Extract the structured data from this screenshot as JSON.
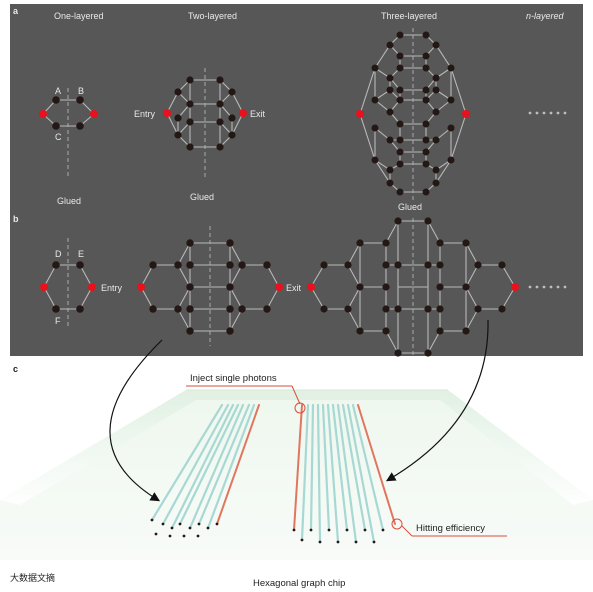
{
  "panel_a": {
    "letter": "a",
    "titles": [
      "One-layered",
      "Two-layered",
      "Three-layered",
      "n-layered"
    ],
    "node_labels": [
      "A",
      "B",
      "C"
    ],
    "entry": "Entry",
    "exit": "Exit",
    "glued": [
      "Glued",
      "Glued",
      "Glued"
    ]
  },
  "panel_b": {
    "letter": "b",
    "node_labels": [
      "D",
      "E",
      "F"
    ],
    "entry": "Entry",
    "exit": "Exit"
  },
  "panel_c": {
    "letter": "c",
    "inject": "Inject single photons",
    "hitting": "Hitting efficiency",
    "chip": "Hexagonal graph chip"
  },
  "watermark": "大数据文摘",
  "colors": {
    "panel": "#575757",
    "node": "#231815",
    "entry_exit": "#e8111c",
    "waveguide": "#a8d8d4",
    "waveguide_highlight": "#e0765f"
  }
}
